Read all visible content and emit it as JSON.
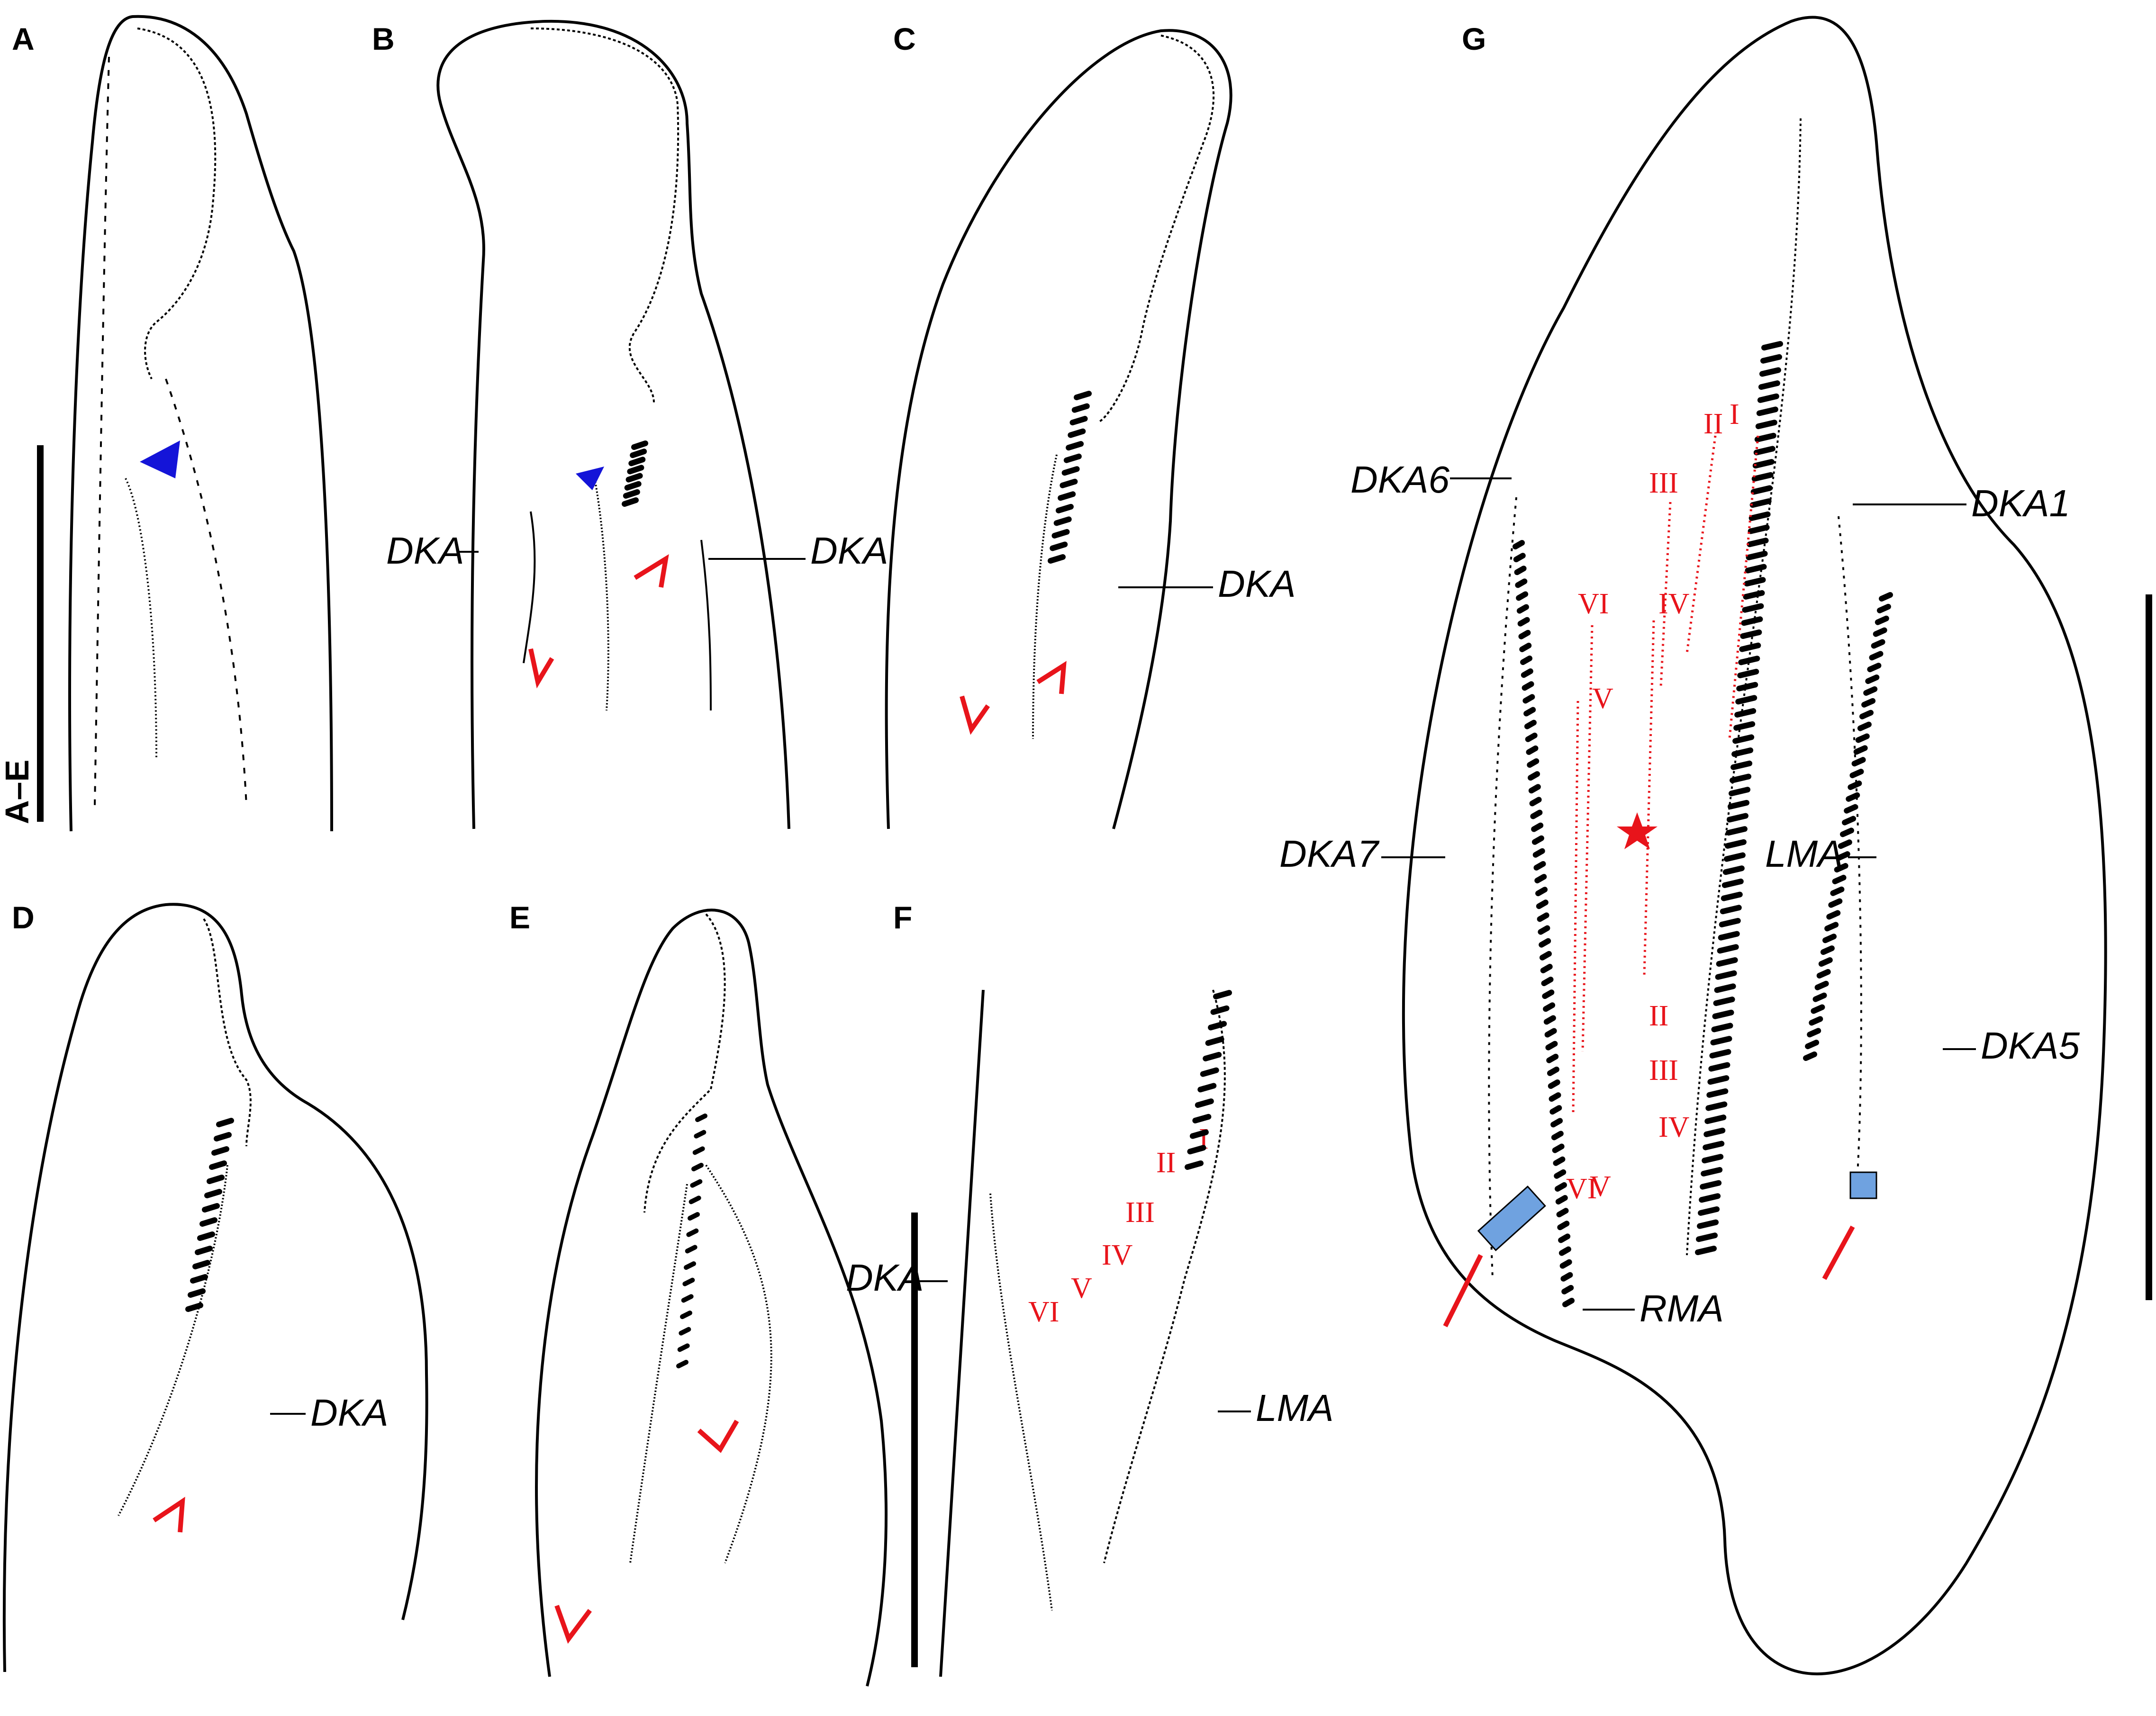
{
  "panels": [
    {
      "id": "A",
      "label": "A"
    },
    {
      "id": "B",
      "label": "B"
    },
    {
      "id": "C",
      "label": "C"
    },
    {
      "id": "D",
      "label": "D"
    },
    {
      "id": "E",
      "label": "E"
    },
    {
      "id": "F",
      "label": "F"
    },
    {
      "id": "G",
      "label": "G"
    }
  ],
  "scale_bar_ae": "A–E",
  "labels": {
    "dka": "DKA",
    "dka1": "DKA1",
    "dka5": "DKA5",
    "dka6": "DKA6",
    "dka7": "DKA7",
    "lma": "LMA",
    "rma": "RMA"
  },
  "roman_numerals": [
    "I",
    "II",
    "III",
    "IV",
    "V",
    "VI"
  ],
  "colors": {
    "ink": "#000000",
    "annotation_red": "#e8141b",
    "arrowhead_blue": "#1414d8",
    "highlight_blue": "#6fa2e0"
  }
}
